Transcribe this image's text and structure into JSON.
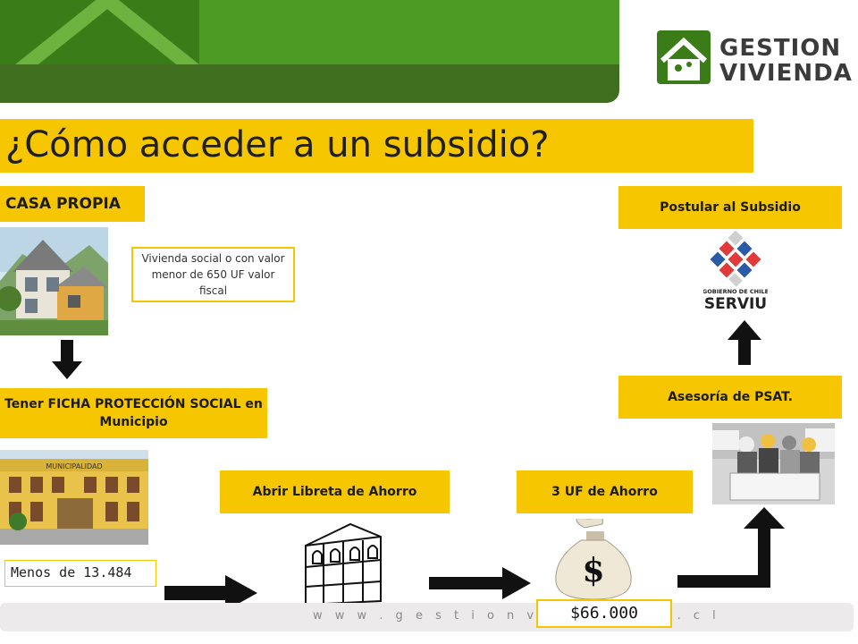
{
  "brand": {
    "line1": "GESTION",
    "line2": "VIVIENDA",
    "url": "w w w . g e s t i o n v i v i e n d a . c l"
  },
  "title": "¿Cómo acceder a un subsidio?",
  "labels": {
    "casa_propia": "CASA PROPIA",
    "note": "Vivienda social o con valor menor de 650  UF valor fiscal",
    "ficha": "Tener  FICHA PROTECCIÓN SOCIAL en Municipio",
    "menos": "Menos de 13.484",
    "libreta": "Abrir Libreta de Ahorro",
    "uf": "3 UF de Ahorro",
    "monto": "$66.000",
    "psat": "Asesoría de PSAT.",
    "postular": "Postular al Subsidio"
  },
  "images": {
    "municipalidad_sign": "MUNICIPALIDAD",
    "serviu_line1": "GOBIERNO DE CHILE",
    "serviu_line2": "SERVIU"
  },
  "colors": {
    "accent": "#f6c700",
    "brand_green": "#4d9a25",
    "dark_green": "#3f6f1e"
  }
}
